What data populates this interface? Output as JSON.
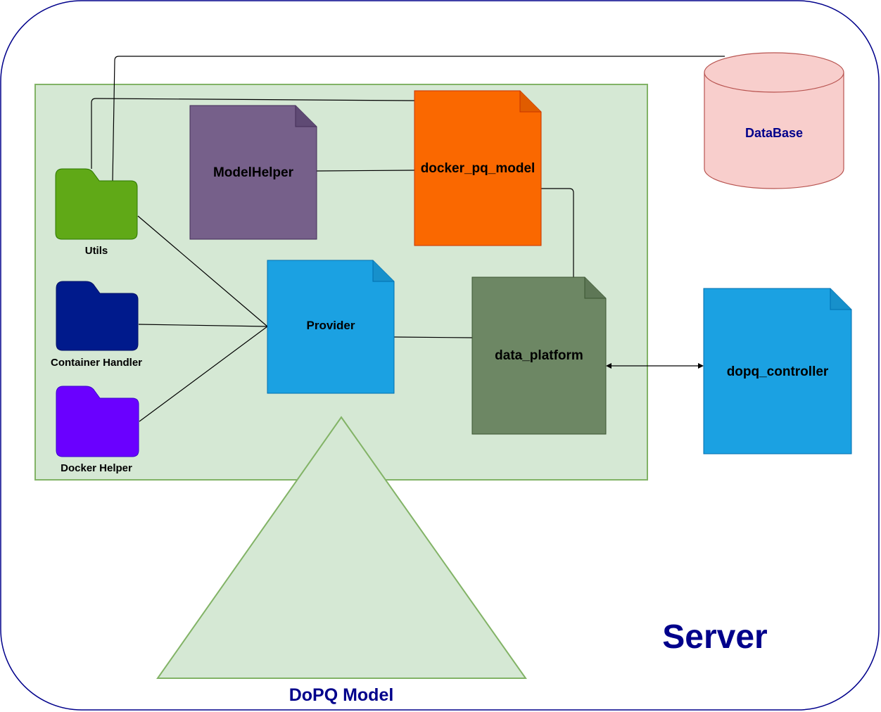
{
  "diagram": {
    "server_label": "Server",
    "model_label": "DoPQ Model",
    "nodes": {
      "utils": {
        "label": "Utils",
        "color": "#60a917",
        "icon": "folder-icon"
      },
      "container_handler": {
        "label": "Container Handler",
        "color": "#001a8c",
        "icon": "folder-icon"
      },
      "docker_helper": {
        "label": "Docker Helper",
        "color": "#6a00ff",
        "icon": "folder-icon"
      },
      "model_helper": {
        "label": "ModelHelper",
        "color": "#76608a",
        "icon": "document-icon"
      },
      "docker_pq_model": {
        "label": "docker_pq_model",
        "color": "#fa6800",
        "icon": "document-icon"
      },
      "provider": {
        "label": "Provider",
        "color": "#1ba1e2",
        "icon": "document-icon"
      },
      "data_platform": {
        "label": "data_platform",
        "color": "#6d8764",
        "icon": "document-icon"
      },
      "dopq_controller": {
        "label": "dopq_controller",
        "color": "#1ba1e2",
        "icon": "document-icon"
      },
      "database": {
        "label": "DataBase",
        "color": "#f8cecc",
        "icon": "database-cylinder-icon"
      }
    },
    "colors": {
      "server_border": "#00008b",
      "model_fill": "#d5e8d4",
      "model_border": "#82b366",
      "label_text": "#00008b"
    }
  }
}
